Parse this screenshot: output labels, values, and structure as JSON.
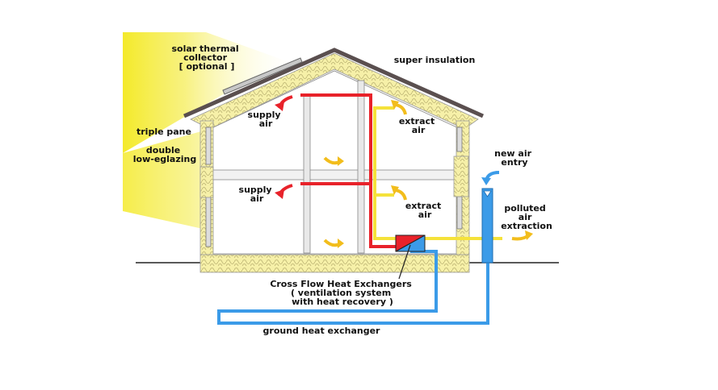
{
  "labels": {
    "solar_collector": [
      "solar thermal",
      "collector",
      "[ optional ]"
    ],
    "super_insulation": "super insulation",
    "triple_pane": "triple pane",
    "double_glazing": [
      "double",
      "low-eglazing"
    ],
    "supply_air_upper": [
      "supply",
      "air"
    ],
    "extract_air_upper": [
      "extract",
      "air"
    ],
    "supply_air_lower": [
      "supply",
      "air"
    ],
    "extract_air_lower": [
      "extract",
      "air"
    ],
    "new_air_entry": [
      "new air",
      "entry"
    ],
    "polluted_air_extraction": [
      "polluted",
      "air",
      "extraction"
    ],
    "heat_exchanger": [
      "Cross Flow Heat Exchangers",
      "( ventilation system",
      "with heat recovery )"
    ],
    "ground_heat_exchanger": "ground heat exchanger"
  },
  "colors": {
    "supply_duct": "#e8222a",
    "extract_duct": "#f5e23a",
    "fresh_air_duct": "#3b9be8",
    "insulation": "#f6f0a8",
    "roof": "#5a4f4f",
    "sunlight": "#f4ea2a",
    "flow_arrow_yellow": "#f2bd1c",
    "flow_arrow_red": "#e8222a"
  }
}
